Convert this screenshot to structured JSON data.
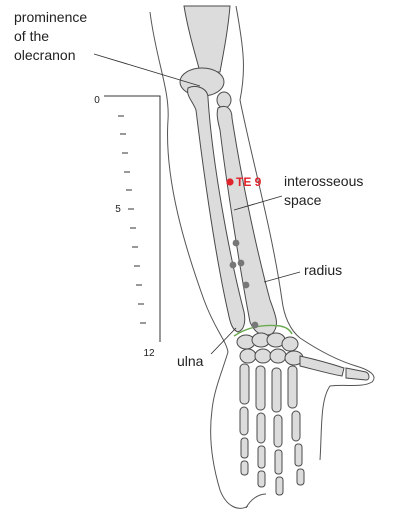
{
  "labels": {
    "olecranon_line1": "prominence",
    "olecranon_line2": "of the",
    "olecranon_line3": "olecranon",
    "interosseous_line1": "interosseous",
    "interosseous_line2": "space",
    "radius": "radius",
    "ulna": "ulna"
  },
  "acupoint": {
    "name": "TE 9",
    "color": "#e0242b"
  },
  "ruler": {
    "tick_labels": [
      "0",
      "5",
      "12"
    ]
  },
  "colors": {
    "bone_fill": "#dcdcdc",
    "bone_stroke": "#4a4a4a",
    "skin_stroke": "#555555",
    "marker_dots": "#777777",
    "wrist_crease": "#6aaa4f"
  }
}
